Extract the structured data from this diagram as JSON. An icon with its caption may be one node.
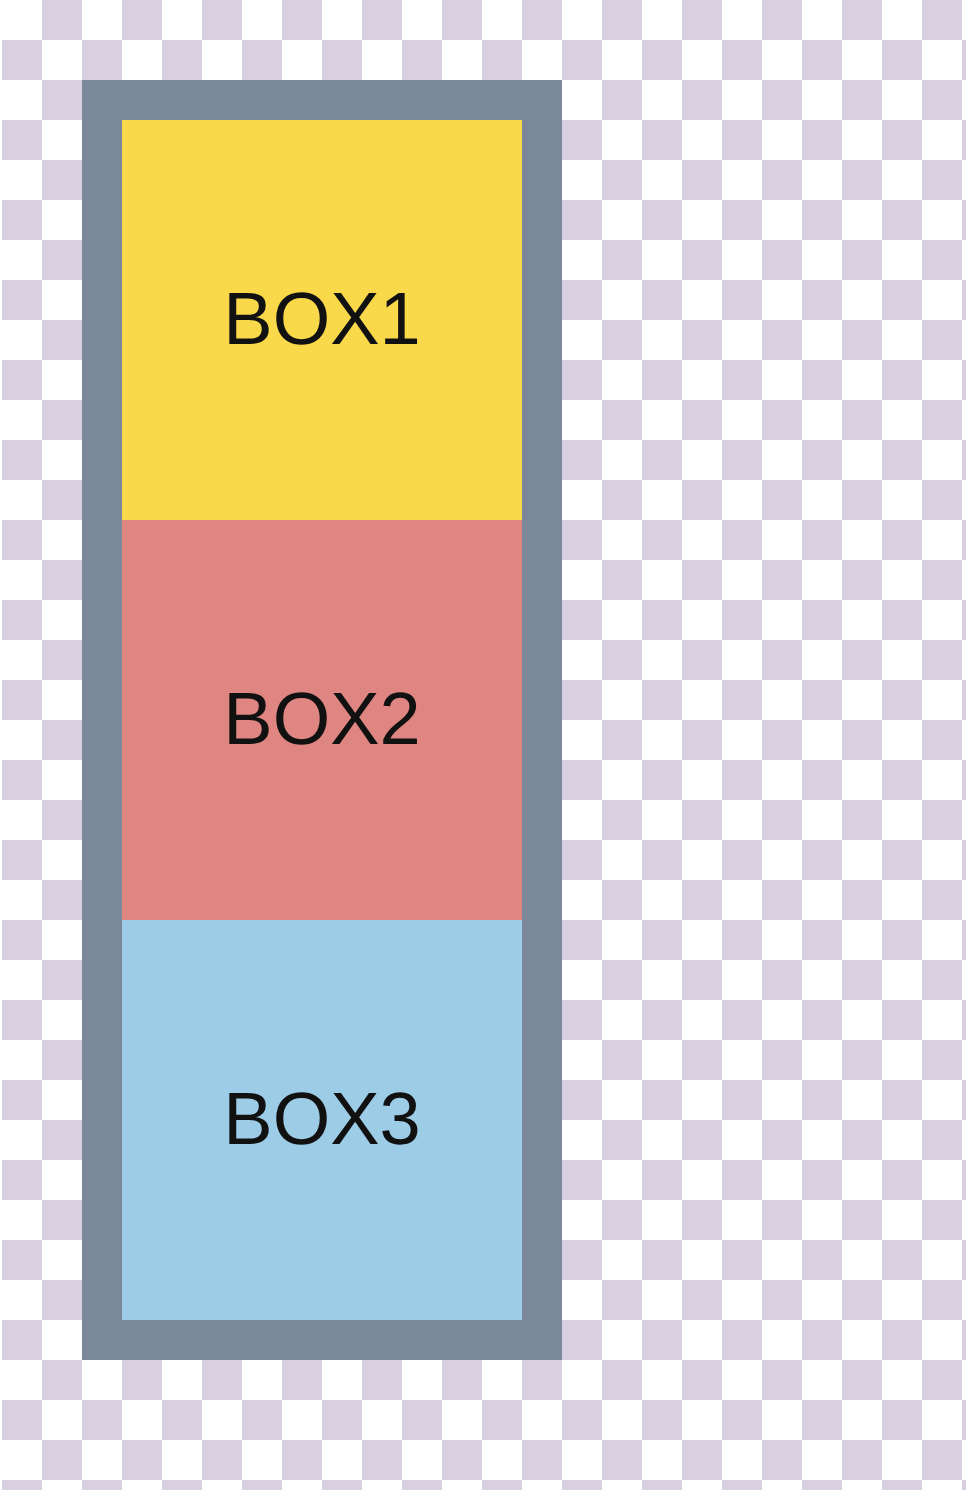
{
  "diagram": {
    "nodes": [
      {
        "text": [],
        "shape": "box"
      },
      {
        "text": [
          "BOX1"
        ],
        "in": 0
      },
      {
        "text": [
          "BOX2"
        ],
        "in": 0
      },
      {
        "text": [
          "BOX3"
        ],
        "in": 0
      }
    ]
  }
}
